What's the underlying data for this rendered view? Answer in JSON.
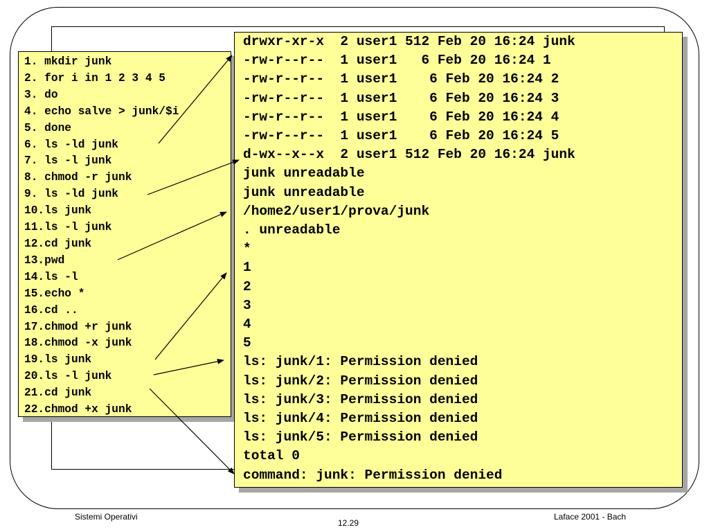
{
  "commands": [
    "1. mkdir junk",
    "2. for i in 1 2 3 4 5",
    "3. do",
    "4. echo salve > junk/$i",
    "5. done",
    "6. ls -ld junk",
    "7. ls -l junk",
    "8. chmod -r junk",
    "9. ls -ld junk",
    "10.ls junk",
    "11.ls -l junk",
    "12.cd junk",
    "13.pwd",
    "14.ls -l",
    "15.echo *",
    "16.cd ..",
    "17.chmod +r junk",
    "18.chmod -x junk",
    "19.ls junk",
    "20.ls -l junk",
    "21.cd junk",
    "22.chmod +x junk"
  ],
  "output": [
    "drwxr-xr-x  2 user1 512 Feb 20 16:24 junk",
    "-rw-r--r--  1 user1   6 Feb 20 16:24 1",
    "-rw-r--r--  1 user1    6 Feb 20 16:24 2",
    "-rw-r--r--  1 user1    6 Feb 20 16:24 3",
    "-rw-r--r--  1 user1    6 Feb 20 16:24 4",
    "-rw-r--r--  1 user1    6 Feb 20 16:24 5",
    "d-wx--x--x  2 user1 512 Feb 20 16:24 junk",
    "junk unreadable",
    "junk unreadable",
    "/home2/user1/prova/junk",
    ". unreadable",
    "*",
    "1",
    "2",
    "3",
    "4",
    "5",
    "ls: junk/1: Permission denied",
    "ls: junk/2: Permission denied",
    "ls: junk/3: Permission denied",
    "ls: junk/4: Permission denied",
    "ls: junk/5: Permission denied",
    "total 0",
    "command: junk: Permission denied"
  ],
  "footer": {
    "left": "Sistemi Operativi",
    "center": "12.29",
    "right": "Laface 2001 - Bach"
  },
  "colors": {
    "panel_background": "#ffff99",
    "shadow": "#a6a6a6"
  }
}
